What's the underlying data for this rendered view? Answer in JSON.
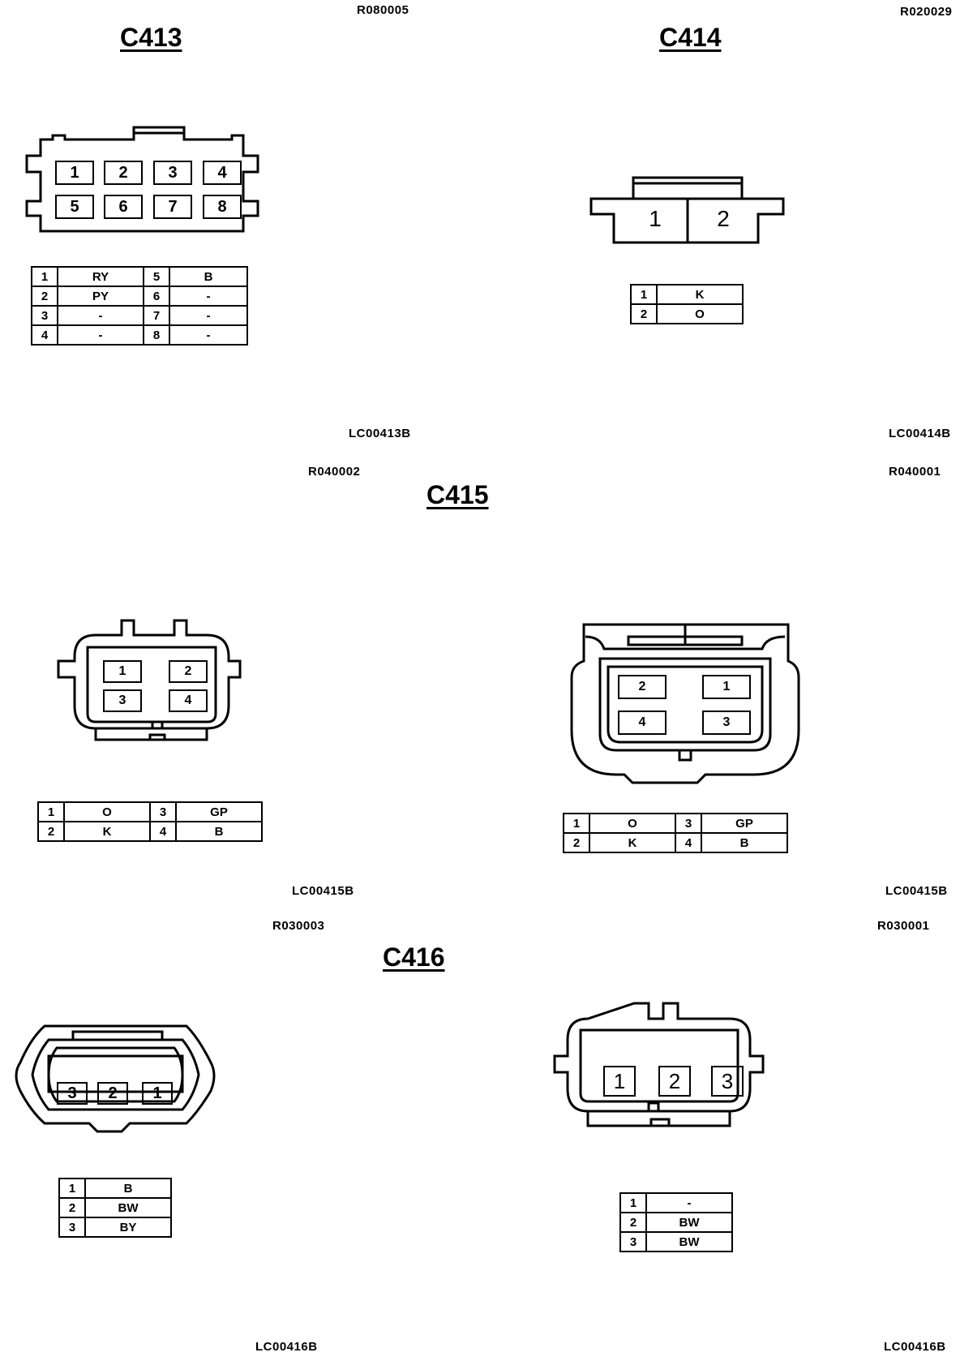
{
  "section_c413": {
    "title": "C413",
    "ref_top": "R080005",
    "ref_bottom": "LC00413B",
    "pins": [
      "1",
      "2",
      "3",
      "4",
      "5",
      "6",
      "7",
      "8"
    ],
    "table": [
      {
        "pin_a": "1",
        "wire_a": "RY",
        "pin_b": "5",
        "wire_b": "B"
      },
      {
        "pin_a": "2",
        "wire_a": "PY",
        "pin_b": "6",
        "wire_b": "-"
      },
      {
        "pin_a": "3",
        "wire_a": "-",
        "pin_b": "7",
        "wire_b": "-"
      },
      {
        "pin_a": "4",
        "wire_a": "-",
        "pin_b": "8",
        "wire_b": "-"
      }
    ]
  },
  "section_c414": {
    "title": "C414",
    "ref_top": "R020029",
    "ref_bottom": "LC00414B",
    "pins": [
      "1",
      "2"
    ],
    "table": [
      {
        "pin": "1",
        "wire": "K"
      },
      {
        "pin": "2",
        "wire": "O"
      }
    ]
  },
  "section_c415": {
    "title": "C415",
    "left": {
      "ref_top": "R040002",
      "ref_bottom": "LC00415B",
      "pins": [
        "1",
        "2",
        "3",
        "4"
      ],
      "table": [
        {
          "pin_a": "1",
          "wire_a": "O",
          "pin_b": "3",
          "wire_b": "GP"
        },
        {
          "pin_a": "2",
          "wire_a": "K",
          "pin_b": "4",
          "wire_b": "B"
        }
      ]
    },
    "right": {
      "ref_top": "R040001",
      "ref_bottom": "LC00415B",
      "pins": [
        "2",
        "1",
        "4",
        "3"
      ],
      "table": [
        {
          "pin_a": "1",
          "wire_a": "O",
          "pin_b": "3",
          "wire_b": "GP"
        },
        {
          "pin_a": "2",
          "wire_a": "K",
          "pin_b": "4",
          "wire_b": "B"
        }
      ]
    }
  },
  "section_c416": {
    "title": "C416",
    "left": {
      "ref_top": "R030003",
      "ref_bottom": "LC00416B",
      "pins": [
        "3",
        "2",
        "1"
      ],
      "table": [
        {
          "pin": "1",
          "wire": "B"
        },
        {
          "pin": "2",
          "wire": "BW"
        },
        {
          "pin": "3",
          "wire": "BY"
        }
      ]
    },
    "right": {
      "ref_top": "R030001",
      "ref_bottom": "LC00416B",
      "pins": [
        "1",
        "2",
        "3"
      ],
      "table": [
        {
          "pin": "1",
          "wire": "-"
        },
        {
          "pin": "2",
          "wire": "BW"
        },
        {
          "pin": "3",
          "wire": "BW"
        }
      ]
    }
  }
}
